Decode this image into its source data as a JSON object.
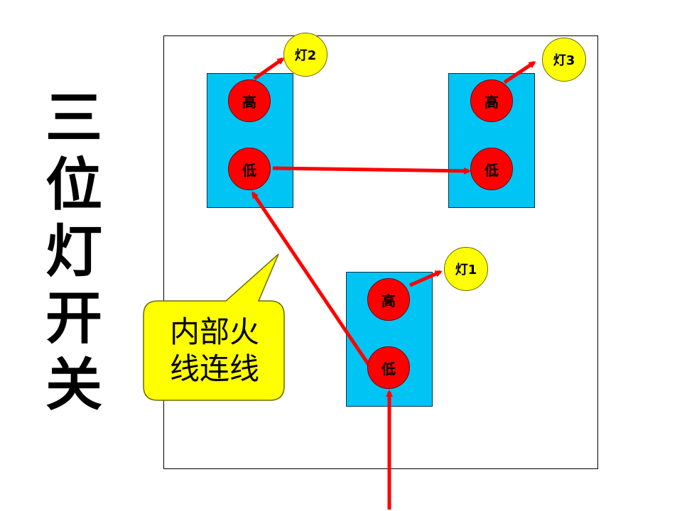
{
  "title_chars": [
    "三",
    "位",
    "灯",
    "开",
    "关"
  ],
  "switches": {
    "top_left": {
      "high": "高",
      "low": "低"
    },
    "top_right": {
      "high": "高",
      "low": "低"
    },
    "bottom": {
      "high": "高",
      "low": "低"
    }
  },
  "lamps": {
    "lamp2": "灯2",
    "lamp3": "灯3",
    "lamp1": "灯1"
  },
  "callout": {
    "line1": "内部火",
    "line2": "线连线"
  },
  "colors": {
    "switch_body": "#00c4f4",
    "terminal": "#ff0000",
    "lamp": "#ffff00",
    "wire": "#ff0000",
    "callout_fill": "#ffff00"
  }
}
